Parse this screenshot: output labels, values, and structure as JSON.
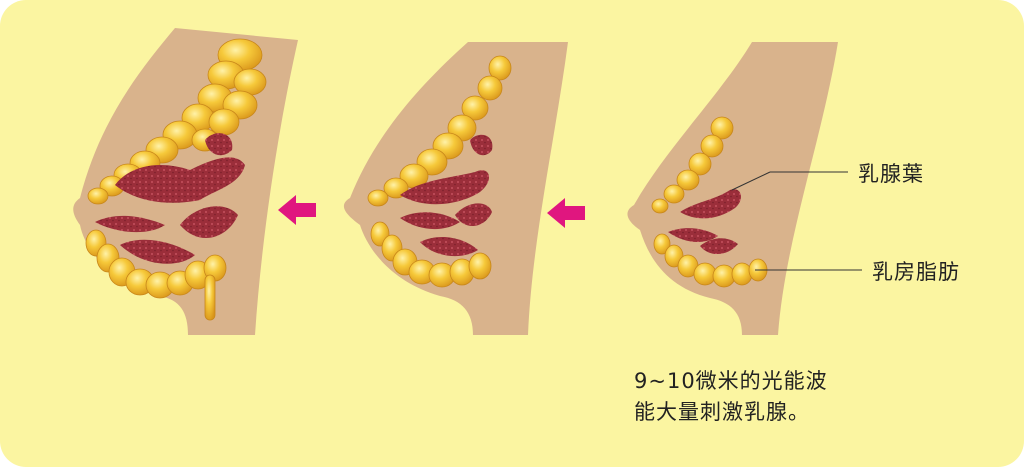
{
  "labels": {
    "mammary_lobe": "乳腺葉",
    "breast_fat": "乳房脂肪"
  },
  "caption": {
    "line1": "9~10微米的光能波",
    "line2": "能大量刺激乳腺。"
  },
  "colors": {
    "background": "#fbf5a1",
    "skin": "#d9b38c",
    "fat": "#f2b728",
    "gland": "#9b2e3a",
    "arrow": "#e0167f"
  }
}
